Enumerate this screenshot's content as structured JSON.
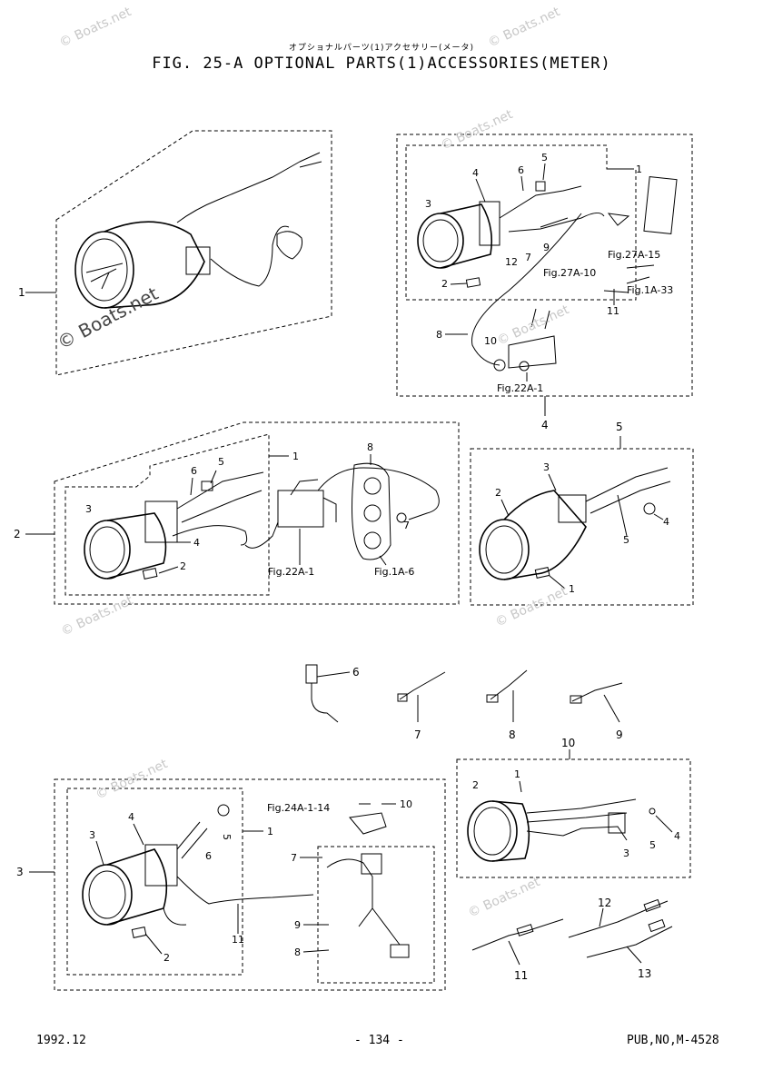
{
  "header": {
    "japanese_title": "オプショナルパーツ(1)アクセサリー(メータ)",
    "title": "FIG. 25-A OPTIONAL PARTS(1)ACCESSORIES(METER)"
  },
  "footer": {
    "date": "1992.12",
    "page": "- 134 -",
    "pub_no": "PUB,NO,M-4528"
  },
  "watermark": {
    "small": "© Boats.net",
    "large": "© Boats.net"
  },
  "group_labels": {
    "g1": "1",
    "g2": "2",
    "g3": "3",
    "g4": "4",
    "g5": "5",
    "g10": "10"
  },
  "callouts": {
    "a_1": "1",
    "a_2": "2",
    "a_3": "3",
    "a_4": "4",
    "a_5": "5",
    "a_6": "6",
    "a_7": "7",
    "a_8": "8",
    "a_9": "9",
    "a_10": "10",
    "a_11": "11",
    "a_ref_27a15": "Fig.27A-15",
    "a_ref_27a10": "Fig.27A-10",
    "a_ref_1a33": "Fig.1A-33",
    "a_ref_22a1": "Fig.22A-1",
    "b_1": "1",
    "b_3": "3",
    "b_4": "4",
    "b_5": "5",
    "b_6": "6",
    "b_2": "2",
    "b_8": "8",
    "b_7": "7",
    "b_ref_22a1": "Fig.22A-1",
    "b_ref_1a6": "Fig.1A-6",
    "c_3": "3",
    "c_2": "2",
    "c_4": "4",
    "c_5": "5",
    "c_1": "1",
    "d_6": "6",
    "d_7": "7",
    "d_8": "8",
    "d_9": "9",
    "e_1": "1",
    "e_4": "4",
    "e_3": "3",
    "e_6": "6",
    "e_5": "5",
    "e_2": "2",
    "e_11": "11",
    "e_7": "7",
    "e_9": "9",
    "e_8": "8",
    "e_10": "10",
    "e_ref_24a114": "Fig.24A-1-14",
    "f_1": "1",
    "f_2": "2",
    "f_3": "3",
    "f_5": "5",
    "f_4": "4",
    "g_12": "12",
    "g_11": "11",
    "g_13": "13"
  }
}
